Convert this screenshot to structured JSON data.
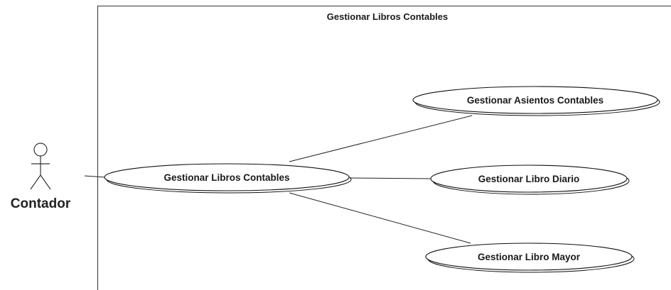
{
  "diagram": {
    "type": "uml-use-case",
    "system_boundary": {
      "title": "Gestionar Libros Contables"
    },
    "actor": {
      "name": "Contador",
      "icon": "stick-figure-icon"
    },
    "use_cases": {
      "main": "Gestionar Libros Contables",
      "asientos": "Gestionar Asientos Contables",
      "diario": "Gestionar Libro Diario",
      "mayor": "Gestionar Libro Mayor"
    },
    "colors": {
      "line": "#222222",
      "fill": "#ffffff"
    }
  }
}
